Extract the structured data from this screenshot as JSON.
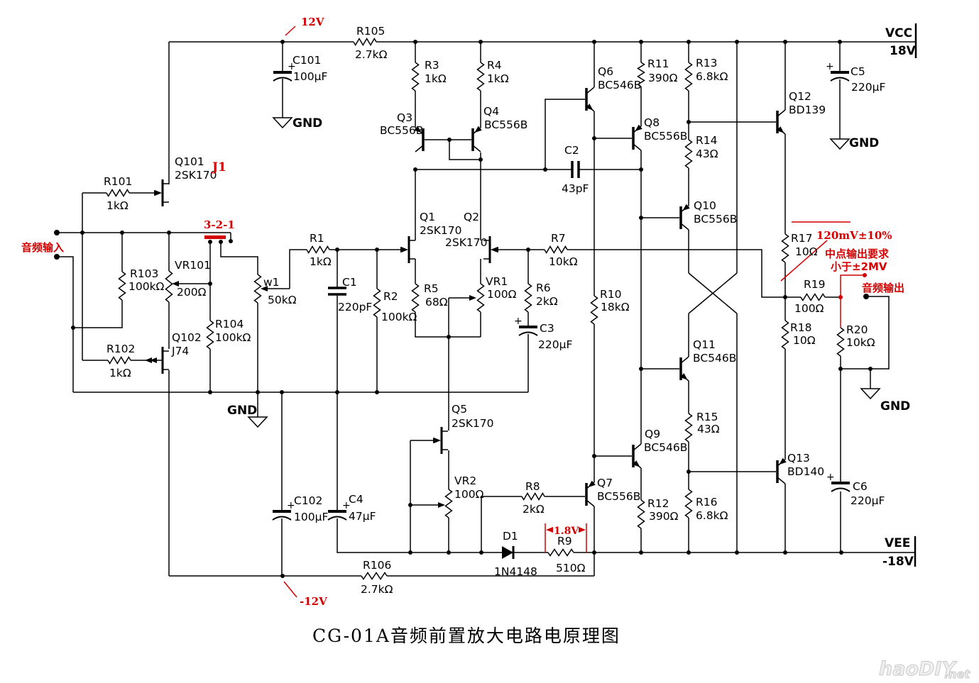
{
  "title": "CG-01A音频前置放大电路电原理图",
  "watermark": {
    "text": "haoDIY",
    "suffix": ".net"
  },
  "power": {
    "vcc": "VCC",
    "vcc_v": "18V",
    "vee": "VEE",
    "vee_v": "-18V",
    "gnd": "GND",
    "p12": "12V",
    "n12": "-12V"
  },
  "annotations": {
    "input": "音频输入",
    "output": "音频输出",
    "j1": "J1",
    "j1_pins": "3-2-1",
    "level_note": "120mV±10%",
    "offset_note1": "中点输出要求",
    "offset_note2": "小于±2MV",
    "bias_note": "1.8V"
  },
  "components": {
    "R101": {
      "ref": "R101",
      "value": "1kΩ"
    },
    "R102": {
      "ref": "R102",
      "value": "1kΩ"
    },
    "R103": {
      "ref": "R103",
      "value": "100kΩ"
    },
    "R104": {
      "ref": "R104",
      "value": "100kΩ"
    },
    "R105": {
      "ref": "R105",
      "value": "2.7kΩ"
    },
    "R106": {
      "ref": "R106",
      "value": "2.7kΩ"
    },
    "VR101": {
      "ref": "VR101",
      "value": "200Ω"
    },
    "w1": {
      "ref": "w1",
      "value": "50kΩ"
    },
    "Q101": {
      "ref": "Q101",
      "value": "2SK170"
    },
    "Q102": {
      "ref": "Q102",
      "value": "J74"
    },
    "C101": {
      "ref": "C101",
      "value": "100µF"
    },
    "C102": {
      "ref": "C102",
      "value": "100µF"
    },
    "C1": {
      "ref": "C1",
      "value": "220pF"
    },
    "C2": {
      "ref": "C2",
      "value": "43pF"
    },
    "C3": {
      "ref": "C3",
      "value": "220µF"
    },
    "C4": {
      "ref": "C4",
      "value": "47µF"
    },
    "C5": {
      "ref": "C5",
      "value": "220µF"
    },
    "C6": {
      "ref": "C6",
      "value": "220µF"
    },
    "R1": {
      "ref": "R1",
      "value": "1kΩ"
    },
    "R2": {
      "ref": "R2",
      "value": "100kΩ"
    },
    "R3": {
      "ref": "R3",
      "value": "1kΩ"
    },
    "R4": {
      "ref": "R4",
      "value": "1kΩ"
    },
    "R5": {
      "ref": "R5",
      "value": "68Ω"
    },
    "R6": {
      "ref": "R6",
      "value": "2kΩ"
    },
    "R7": {
      "ref": "R7",
      "value": "10kΩ"
    },
    "R8": {
      "ref": "R8",
      "value": "2kΩ"
    },
    "R9": {
      "ref": "R9",
      "value": "510Ω"
    },
    "R10": {
      "ref": "R10",
      "value": "18kΩ"
    },
    "R11": {
      "ref": "R11",
      "value": "390Ω"
    },
    "R12": {
      "ref": "R12",
      "value": "390Ω"
    },
    "R13": {
      "ref": "R13",
      "value": "6.8kΩ"
    },
    "R14": {
      "ref": "R14",
      "value": "43Ω"
    },
    "R15": {
      "ref": "R15",
      "value": "43Ω"
    },
    "R16": {
      "ref": "R16",
      "value": "6.8kΩ"
    },
    "R17": {
      "ref": "R17",
      "value": "10Ω"
    },
    "R18": {
      "ref": "R18",
      "value": "10Ω"
    },
    "R19": {
      "ref": "R19",
      "value": "100Ω"
    },
    "R20": {
      "ref": "R20",
      "value": "10kΩ"
    },
    "VR1": {
      "ref": "VR1",
      "value": "100Ω"
    },
    "VR2": {
      "ref": "VR2",
      "value": "100Ω"
    },
    "Q1": {
      "ref": "Q1",
      "value": "2SK170"
    },
    "Q2": {
      "ref": "Q2",
      "value": "2SK170"
    },
    "Q3": {
      "ref": "Q3",
      "value": "BC556B"
    },
    "Q4": {
      "ref": "Q4",
      "value": "BC556B"
    },
    "Q5": {
      "ref": "Q5",
      "value": "2SK170"
    },
    "Q6": {
      "ref": "Q6",
      "value": "BC546B"
    },
    "Q7": {
      "ref": "Q7",
      "value": "BC556B"
    },
    "Q8": {
      "ref": "Q8",
      "value": "BC556B"
    },
    "Q9": {
      "ref": "Q9",
      "value": "BC546B"
    },
    "Q10": {
      "ref": "Q10",
      "value": "BC556B"
    },
    "Q11": {
      "ref": "Q11",
      "value": "BC546B"
    },
    "Q12": {
      "ref": "Q12",
      "value": "BD139"
    },
    "Q13": {
      "ref": "Q13",
      "value": "BD140"
    },
    "D1": {
      "ref": "D1",
      "value": "1N4148"
    }
  }
}
